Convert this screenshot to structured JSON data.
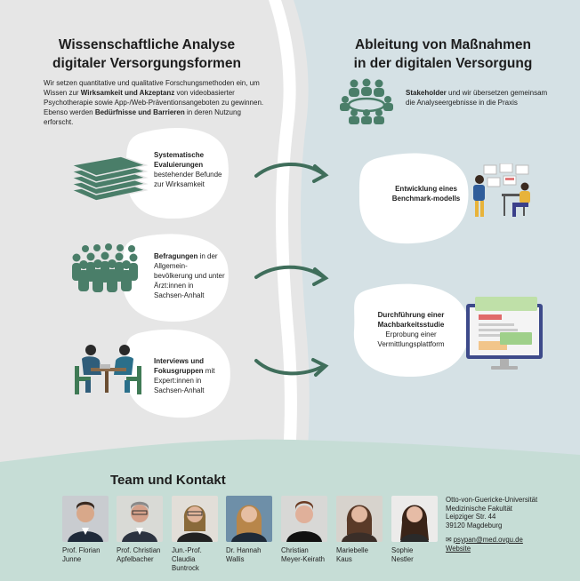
{
  "left": {
    "title_line1": "Wissenschaftliche Analyse",
    "title_line2": "digitaler Versorgungsformen",
    "intro": {
      "p1": "Wir setzen quantitative und qualitative Forschungsmethoden ein, um Wissen zur ",
      "b1": "Wirksamkeit und Akzeptanz",
      "p2": " von videobasierter Psychotherapie sowie App-/Web-Präventionsangeboten zu gewinnen.  Ebenso werden ",
      "b2": "Bedürfnisse und Barrieren",
      "p3": " in deren Nutzung erforscht."
    },
    "items": [
      {
        "bold": "Systematische Evaluierungen",
        "text": " bestehender Befunde zur Wirksamkeit",
        "icon": "stacked-papers-icon"
      },
      {
        "bold": "Befragungen",
        "text": " in der Allgemein-bevölkerung und unter Ärzt:innen in Sachsen-Anhalt",
        "icon": "crowd-icon"
      },
      {
        "bold": "Interviews und Fokusgruppen",
        "text": " mit Expert:innen in Sachsen-Anhalt",
        "icon": "interview-icon"
      }
    ]
  },
  "right": {
    "title_line1": "Ableitung von Maßnahmen",
    "title_line2": "in der digitalen Versorgung",
    "stakeholder": {
      "bold": "Stakeholder",
      "text": " und wir übersetzen gemeinsam die Analyseergebnisse in die Praxis",
      "icon": "meeting-table-icon"
    },
    "items": [
      {
        "bold": "Entwicklung eines Benchmark-modells",
        "text": "",
        "icon": "presentation-icon"
      },
      {
        "bold": "Durchführung einer Machbarkeitsstudie",
        "text": " Erprobung einer Vermittlungsplattform",
        "icon": "monitor-icon"
      }
    ]
  },
  "team": {
    "title": "Team und Kontakt",
    "members": [
      {
        "line1": "Prof. Florian",
        "line2": "Junne",
        "line3": ""
      },
      {
        "line1": "Prof. Christian",
        "line2": "Apfelbacher",
        "line3": ""
      },
      {
        "line1": "Jun.-Prof.",
        "line2": "Claudia",
        "line3": "Buntrock"
      },
      {
        "line1": "Dr. Hannah",
        "line2": "Wallis",
        "line3": ""
      },
      {
        "line1": "Christian",
        "line2": "Meyer-Keirath",
        "line3": ""
      },
      {
        "line1": "Mariebelle",
        "line2": "Kaus",
        "line3": ""
      },
      {
        "line1": "Sophie",
        "line2": "Nestler",
        "line3": ""
      }
    ],
    "contact": {
      "line1": "Otto-von-Guericke-Universität",
      "line2": "Medizinische Fakultät",
      "line3": "Leipziger Str. 44",
      "line4": "39120 Magdeburg",
      "email_prefix": "✉",
      "email": "psypan@med.ovgu.de",
      "website": "Website"
    }
  },
  "colors": {
    "left_bg": "#e6e6e6",
    "right_bg": "#d5e1e5",
    "bottom_bg": "#c6ddd6",
    "green": "#4a7e69",
    "blob": "#ffffff"
  }
}
